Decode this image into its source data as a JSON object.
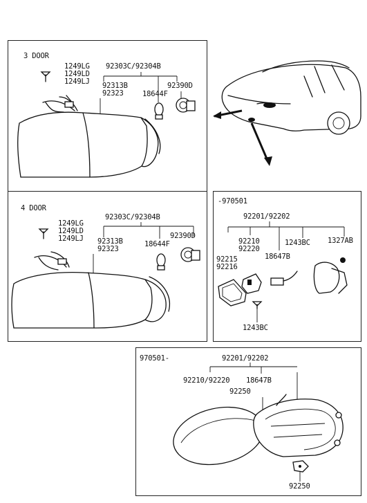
{
  "panel_3door": {
    "title": "3 DOOR",
    "bolt_codes": [
      "1249LG",
      "1249LD",
      "1249LJ"
    ],
    "part_assy": "92303C/92304B",
    "parts_left": [
      "92313B",
      "92323"
    ],
    "bulb": "18644F",
    "socket": "92390D"
  },
  "panel_4door": {
    "title": "4 DOOR",
    "bolt_codes": [
      "1249LG",
      "1249LD",
      "1249LJ"
    ],
    "part_assy": "92303C/92304B",
    "parts_left": [
      "92313B",
      "92323"
    ],
    "bulb": "18644F",
    "socket": "92390D"
  },
  "panel_foglamp_early": {
    "date_range": "-970501",
    "part_assy": "92201/92202",
    "part_a": [
      "92210",
      "92220"
    ],
    "part_b": [
      "92215",
      "92216"
    ],
    "bulb": "18647B",
    "screw_top": "1243BC",
    "nut": "1327AB",
    "screw_bottom": "1243BC"
  },
  "panel_foglamp_late": {
    "date_range": "970501-",
    "part_assy": "92201/92202",
    "part_lens": "92210/92220",
    "bulb": "18647B",
    "bracket": "92250",
    "bracket_bottom": "92250"
  }
}
